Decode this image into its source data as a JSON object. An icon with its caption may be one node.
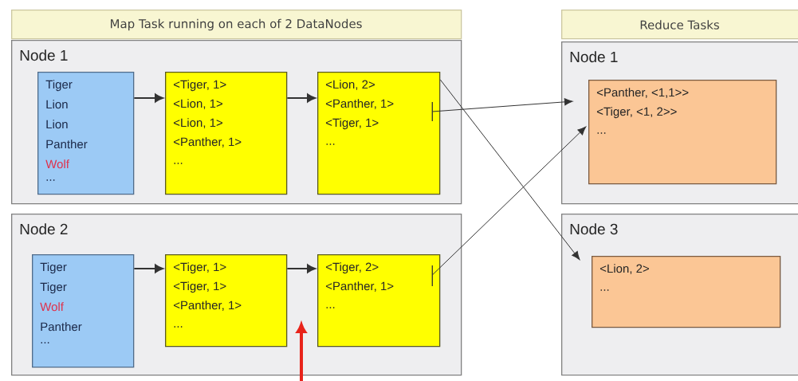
{
  "diagram": {
    "nodes": [
      {
        "text": [
          "Map Task running on each of 2 DataNodes"
        ]
      },
      {
        "text": [
          "Reduce Tasks"
        ]
      },
      {
        "text": [
          "Node 1"
        ]
      },
      {
        "text": [
          "Tiger",
          "Lion",
          "Lion",
          "Panther",
          "Wolf",
          "..."
        ],
        "in": 2
      },
      {
        "text": [
          "<Tiger, 1>",
          "<Lion, 1>",
          "<Lion, 1>",
          "<Panther, 1>",
          "..."
        ],
        "in": 2
      },
      {
        "text": [
          "<Lion, 2>",
          "<Panther, 1>",
          "<Tiger, 1>",
          "..."
        ],
        "in": 2
      },
      {
        "text": [
          "Node 1"
        ]
      },
      {
        "text": [
          "<Panther, <1,1>>",
          "<Tiger, <1, 2>>",
          "..."
        ],
        "in": 6
      },
      {
        "text": [
          "Node 2"
        ]
      },
      {
        "text": [
          "Tiger",
          "Tiger",
          "Wolf",
          "Panther",
          "..."
        ],
        "in": 8
      },
      {
        "text": [
          "<Tiger, 1>",
          "<Tiger, 1>",
          "<Panther, 1>",
          "..."
        ],
        "in": 8
      },
      {
        "text": [
          "<Tiger, 2>",
          "<Panther, 1>",
          "..."
        ],
        "in": 8
      },
      {
        "text": [
          "Node 3"
        ]
      },
      {
        "text": [
          "<Lion, 2>",
          "..."
        ],
        "in": 12
      }
    ],
    "edges": [
      {
        "from": 3,
        "to": 4,
        "arrow": "to"
      },
      {
        "from": 4,
        "to": 5,
        "arrow": "to"
      },
      {
        "from": 5,
        "to": 7,
        "arrow": "to"
      },
      {
        "from": 5,
        "to": 13,
        "arrow": "to"
      },
      {
        "from": 9,
        "to": 10,
        "arrow": "to"
      },
      {
        "from": 10,
        "to": 11,
        "arrow": "to"
      },
      {
        "from": 11,
        "to": 7,
        "arrow": "to"
      }
    ]
  }
}
